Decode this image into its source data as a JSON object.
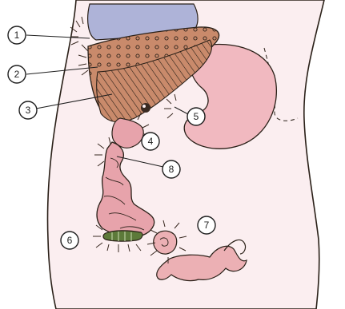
{
  "colors": {
    "outline": "#2a2018",
    "skin": "#fbeef0",
    "lung": "#aeb3d8",
    "liver": "#c98a6b",
    "stomach": "#f1b9c0",
    "intestine": "#e7a3ab",
    "appendix": "#5d7a3a",
    "uterus": "#ecb0b4",
    "pain": "#3a2a22"
  },
  "callouts": [
    {
      "id": "1",
      "label": "1"
    },
    {
      "id": "2",
      "label": "2"
    },
    {
      "id": "3",
      "label": "3"
    },
    {
      "id": "4",
      "label": "4"
    },
    {
      "id": "5",
      "label": "5"
    },
    {
      "id": "6",
      "label": "6"
    },
    {
      "id": "7",
      "label": "7"
    },
    {
      "id": "8",
      "label": "8"
    }
  ]
}
